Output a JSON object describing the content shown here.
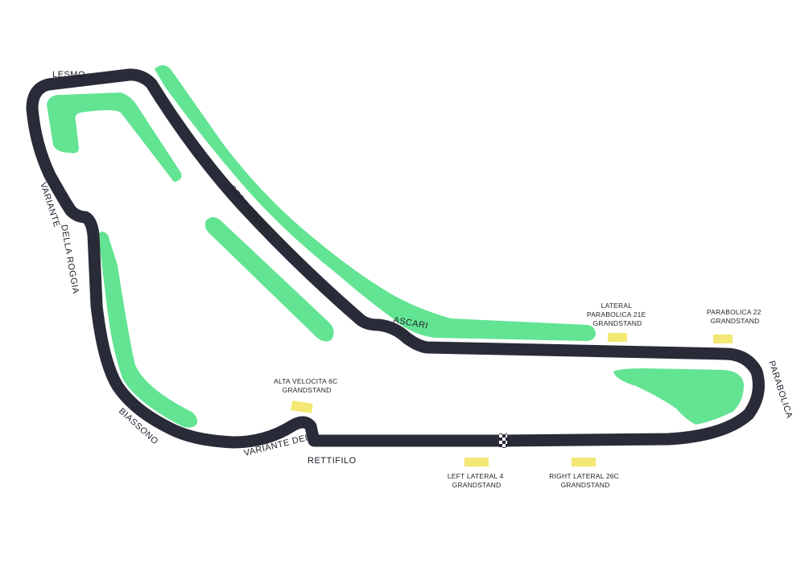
{
  "colors": {
    "track": "#2a2b38",
    "grass": "#62e493",
    "grandstand": "#f2e873",
    "text": "#1f1f2b",
    "background": "#ffffff"
  },
  "corners": {
    "lesmo": "LESMO",
    "serraglio": "SERRAGLIO",
    "ascari": "ASCARI",
    "parabolica": "PARABOLICA",
    "biassono": "BIASSONO",
    "variante_roggia_1": "VARIANTE",
    "variante_roggia_2": "DELLA ROGGIA",
    "variante_rettifilo_1": "VARIANTE DEL",
    "variante_rettifilo_2": "RETTIFILO"
  },
  "grandstands": {
    "lateral_parabolica_21e": [
      "LATERAL",
      "PARABOLICA 21E",
      "GRANDSTAND"
    ],
    "parabolica_22": [
      "PARABOLICA 22",
      "GRANDSTAND"
    ],
    "alta_velocita_6c": [
      "ALTA VELOCITA 6C",
      "GRANDSTAND"
    ],
    "left_lateral_4": [
      "LEFT LATERAL 4",
      "GRANDSTAND"
    ],
    "right_lateral_26c": [
      "RIGHT LATERAL 26C",
      "GRANDSTAND"
    ]
  },
  "finish_line": "chequered-flag-icon"
}
